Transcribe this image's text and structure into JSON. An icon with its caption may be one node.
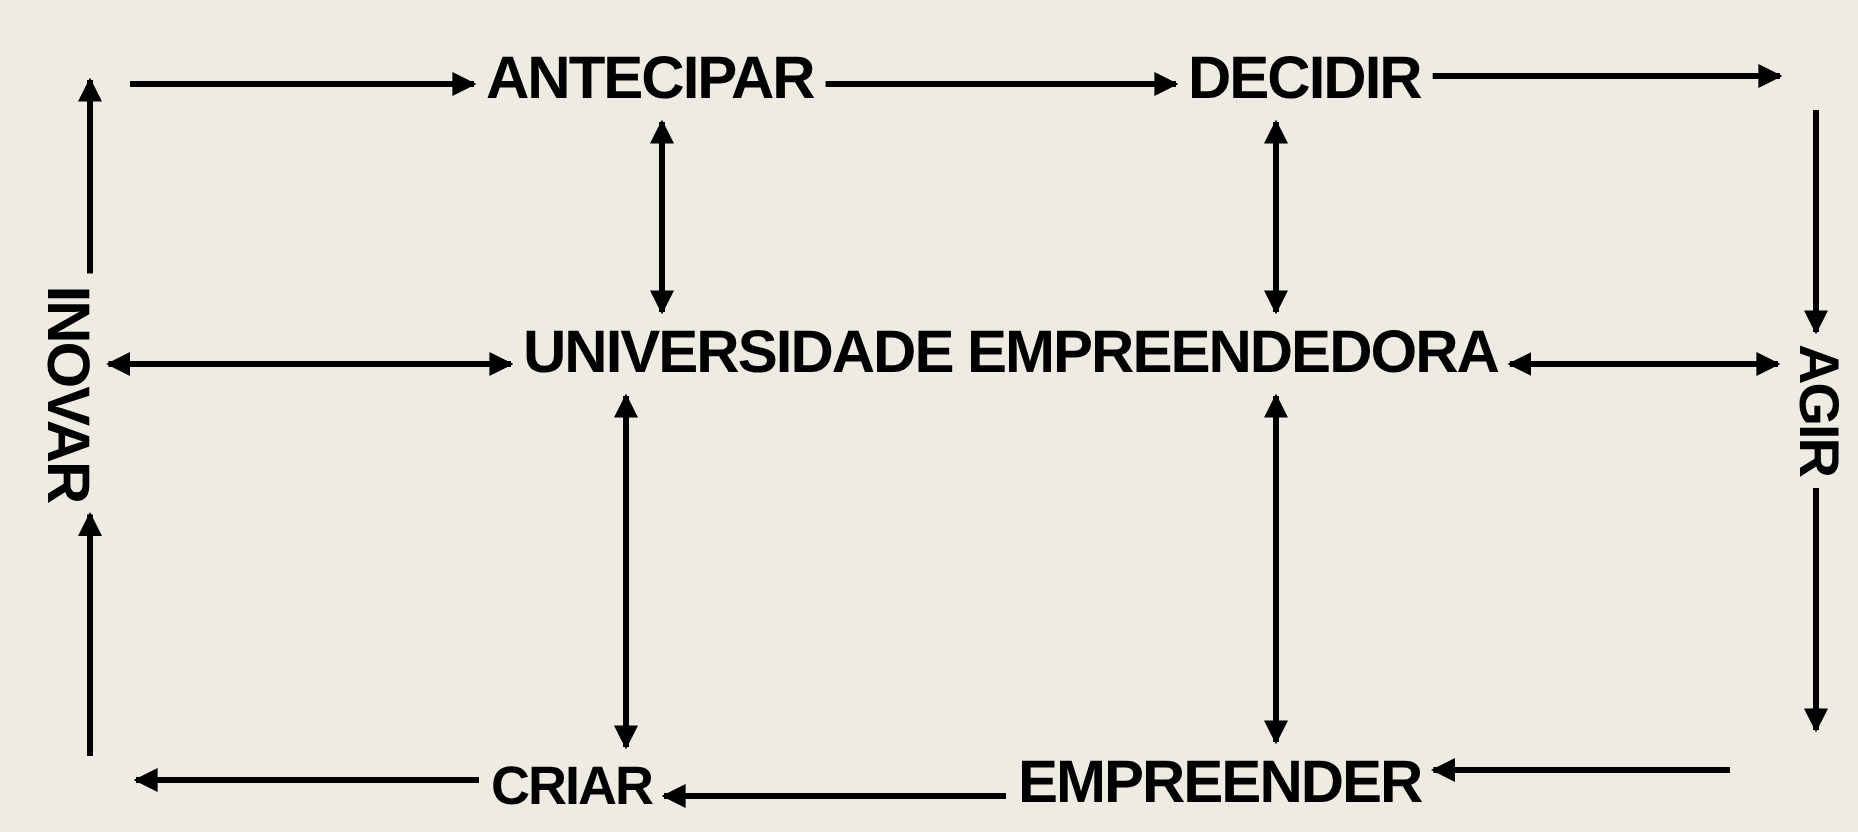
{
  "diagram": {
    "nodes": [
      {
        "text": [
          "ANTECIPAR"
        ]
      },
      {
        "text": [
          "DECIDIR"
        ]
      },
      {
        "text": [
          "AGIR"
        ]
      },
      {
        "text": [
          "EMPREENDER"
        ]
      },
      {
        "text": [
          "CRIAR"
        ]
      },
      {
        "text": [
          "INOVAR"
        ]
      },
      {
        "text": [
          "UNIVERSIDADE EMPREENDEDORA"
        ]
      }
    ],
    "edges": [
      {
        "from": 5,
        "to": null,
        "arrow": "to"
      },
      {
        "from": null,
        "to": 0,
        "arrow": "to"
      },
      {
        "from": 0,
        "to": 1,
        "arrow": "to"
      },
      {
        "from": 1,
        "to": null,
        "arrow": "to"
      },
      {
        "from": null,
        "to": 2,
        "arrow": "to"
      },
      {
        "from": 2,
        "to": null,
        "arrow": "to"
      },
      {
        "from": null,
        "to": 3,
        "arrow": "to"
      },
      {
        "from": 3,
        "to": 4,
        "arrow": "to"
      },
      {
        "from": 4,
        "to": null,
        "arrow": "to"
      },
      {
        "from": null,
        "to": 5,
        "arrow": "to"
      },
      {
        "from": 0,
        "to": 6,
        "arrow": "both"
      },
      {
        "from": 1,
        "to": 6,
        "arrow": "both"
      },
      {
        "from": 5,
        "to": 6,
        "arrow": "both"
      },
      {
        "from": 6,
        "to": 2,
        "arrow": "both"
      },
      {
        "from": 6,
        "to": 4,
        "arrow": "both"
      },
      {
        "from": 6,
        "to": 3,
        "arrow": "both"
      }
    ]
  }
}
